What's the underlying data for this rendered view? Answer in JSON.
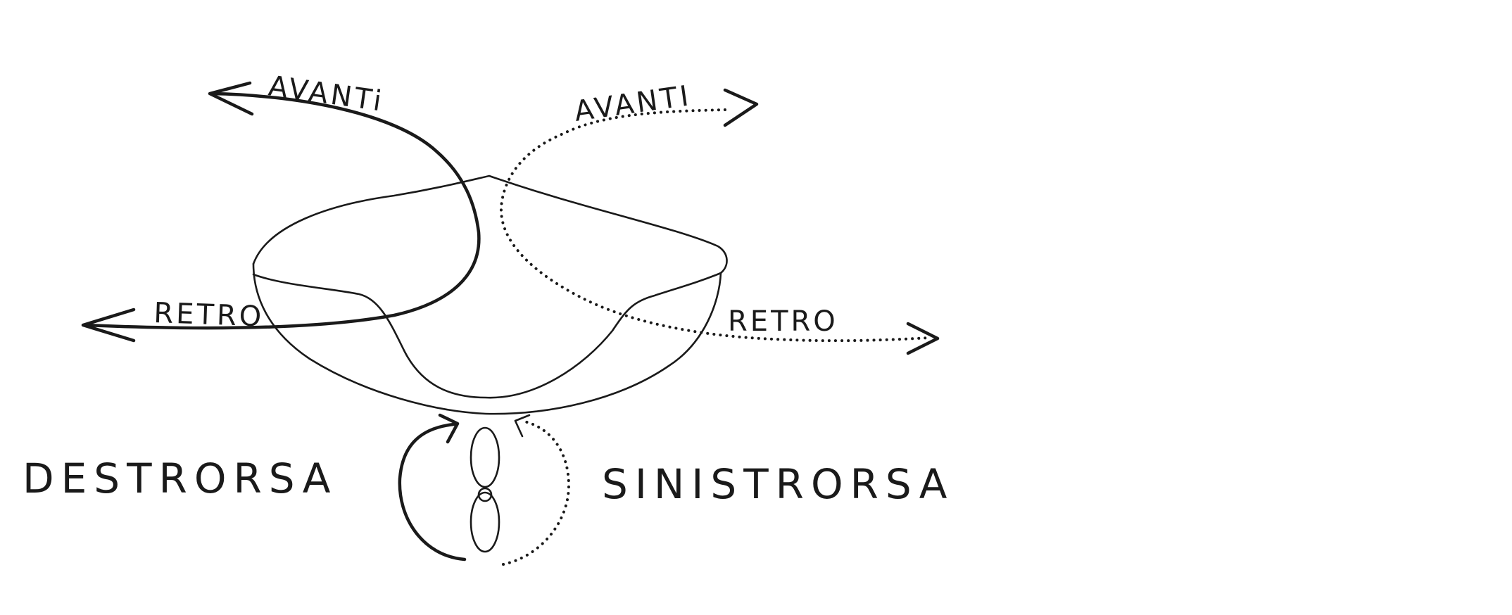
{
  "labels": {
    "avanti_left": "AVANTi",
    "avanti_right": "AVANTI",
    "retro_left": "RETRO",
    "retro_right": "RETRO",
    "destrorsa": "DESTRORSA",
    "sinistrorsa": "SINISTRORSA"
  },
  "colors": {
    "ink": "#1a1a1a",
    "background": "#ffffff"
  }
}
